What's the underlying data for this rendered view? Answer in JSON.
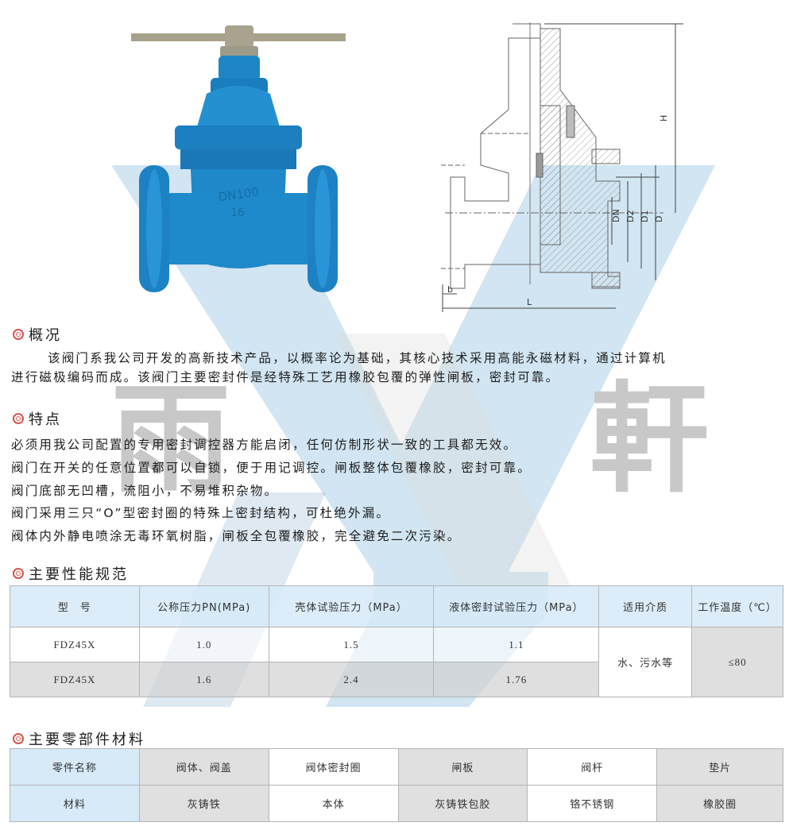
{
  "watermark": {
    "chars": [
      "雨",
      "軒"
    ],
    "shape_color": "#b9d6ea"
  },
  "product_photo": {
    "casting_marks": [
      "DN100",
      "16"
    ],
    "body_color": "#1e88c8",
    "handle_color": "#a9a28a"
  },
  "drawing": {
    "labels": [
      "H",
      "DN",
      "D2",
      "D1",
      "D",
      "b",
      "L"
    ]
  },
  "overview": {
    "title": "概况",
    "text_indent": "该阀门系我公司开发的高新技术产品，以概率论为基础，其核心技术采用高能永磁材料，通过计算机",
    "text_rest": "进行磁极编码而成。该阀门主要密封件是经特殊工艺用橡胶包覆的弹性闸板，密封可靠。"
  },
  "features": {
    "title": "特点",
    "items": [
      "必须用我公司配置的专用密封调控器方能启闭，任何仿制形状一致的工具都无效。",
      "阀门在开关的任意位置都可以自锁，便于用记调控。闸板整体包覆橡胶，密封可靠。",
      "阀门底部无凹槽，流阻小，不易堆积杂物。",
      "阀门采用三只“O”型密封圈的特殊上密封结构，可杜绝外漏。",
      "阀体内外静电喷涂无毒环氧树脂，闸板全包覆橡胶，完全避免二次污染。"
    ]
  },
  "specs": {
    "title": "主要性能规范",
    "headers": [
      "型　号",
      "公称压力PN(MPa)",
      "壳体试验压力（MPa）",
      "液体密封试验压力（MPa）",
      "适用介质",
      "工作温度（℃）"
    ],
    "rows": [
      {
        "model": "FDZ45X",
        "pn": "1.0",
        "shell": "1.5",
        "seal": "1.1"
      },
      {
        "model": "FDZ45X",
        "pn": "1.6",
        "shell": "2.4",
        "seal": "1.76"
      }
    ],
    "medium": "水、污水等",
    "temperature": "≤80"
  },
  "materials": {
    "title": "主要零部件材料",
    "part_label": "零件名称",
    "material_label": "材料",
    "parts": [
      "阀体、阀盖",
      "阀体密封圈",
      "闸板",
      "阀杆",
      "垫片"
    ],
    "values": [
      "灰铸铁",
      "本体",
      "灰铸铁包胶",
      "铬不锈钢",
      "橡胶圈"
    ]
  }
}
